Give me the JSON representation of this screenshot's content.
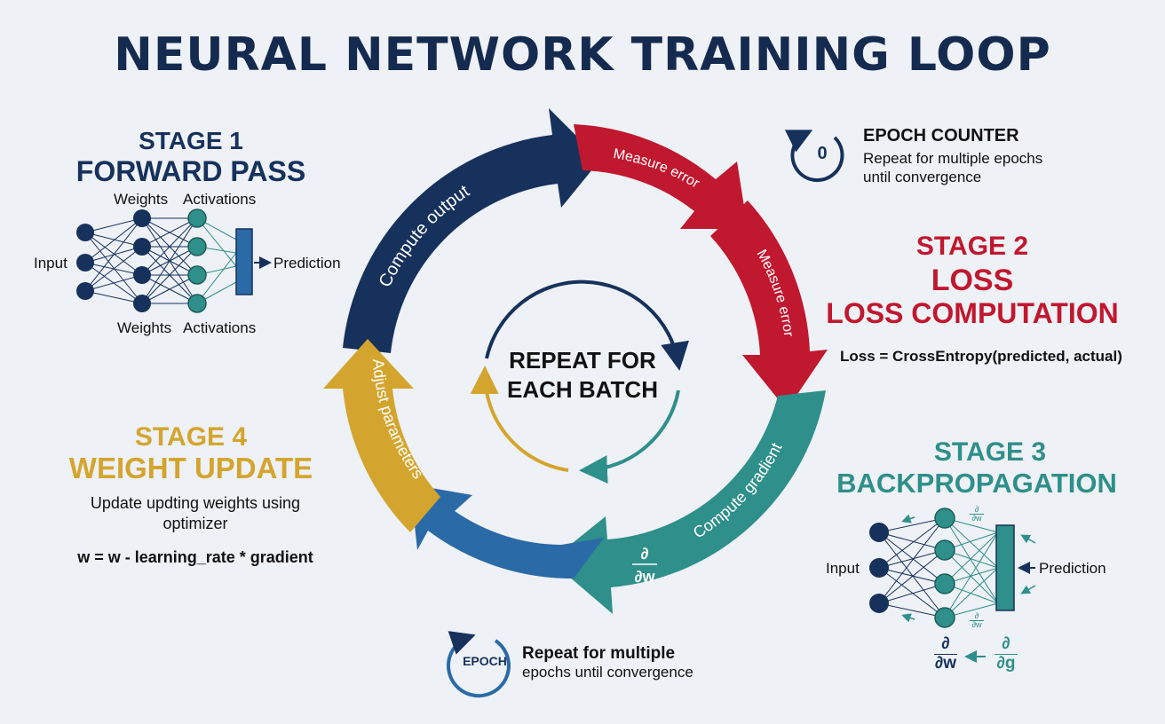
{
  "title": "NEURAL NETWORK TRAINING LOOP",
  "center": {
    "line1": "REPEAT FOR",
    "line2": "EACH BATCH"
  },
  "stage1": {
    "number": "STAGE 1",
    "name": "FORWARD PASS",
    "weights_top": "Weights",
    "activations_top": "Activations",
    "weights_bottom": "Weights",
    "activations_bottom": "Activations",
    "input": "Input",
    "prediction": "Prediction"
  },
  "stage2": {
    "number": "STAGE 2",
    "name": "LOSS",
    "subtitle": "LOSS COMPUTATION",
    "formula": "Loss = CrossEntropy(predicted, actual)"
  },
  "stage3": {
    "number": "STAGE 3",
    "name": "BACKPROPAGATION",
    "input": "Input",
    "prediction": "Prediction",
    "partial_w": "∂",
    "partial_w_den": "∂w",
    "partial_g": "∂",
    "partial_g_den": "∂g",
    "small_partial": "∂",
    "small_partial_den": "∂w"
  },
  "stage4": {
    "number": "STAGE 4",
    "name": "WEIGHT UPDATE",
    "desc_line1": "Update updting weights using",
    "desc_line2": "optimizer",
    "formula": "w = w - learning_rate * gradient"
  },
  "epoch_counter": {
    "value": "0",
    "title": "EPOCH COUNTER",
    "line1": "Repeat for multiple epochs",
    "line2": "until convergence"
  },
  "epoch_bottom": {
    "badge": "EPOCH",
    "line1": "Repeat for multiple",
    "line2": "epochs until convergence"
  },
  "arrows": {
    "forward": "Compute output",
    "measure1": "Measure error",
    "measure2": "Measure error",
    "gradients": "Compute gradients",
    "gradients_symbol": "∂",
    "gradients_symbol_den": "∂w",
    "adjust": "Adjust parameters"
  },
  "colors": {
    "navy": "#16315c",
    "red": "#c0182f",
    "teal": "#2f8f8a",
    "gold": "#d4a52e",
    "blue": "#2a6aa6"
  }
}
